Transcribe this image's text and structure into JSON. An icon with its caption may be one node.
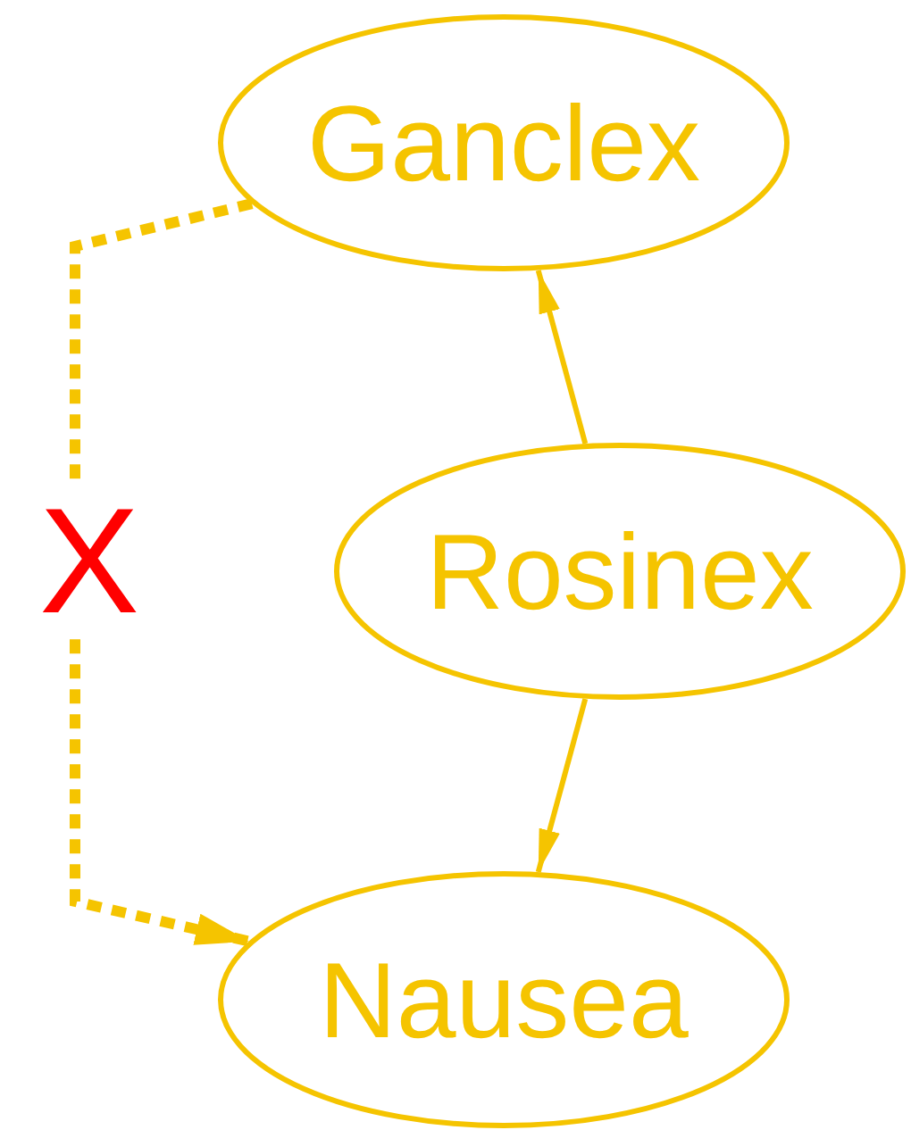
{
  "diagram": {
    "nodes": [
      {
        "text": [
          "Ganclex"
        ]
      },
      {
        "text": [
          "Rosinex"
        ]
      },
      {
        "text": [
          "Nausea"
        ]
      }
    ],
    "edges": [
      {
        "from": 1,
        "to": 0,
        "arrow": "to"
      },
      {
        "from": 1,
        "to": 2,
        "arrow": "to"
      },
      {
        "from": 0,
        "to": 2,
        "arrow": "to",
        "label": "X",
        "style": "dashed"
      }
    ]
  }
}
